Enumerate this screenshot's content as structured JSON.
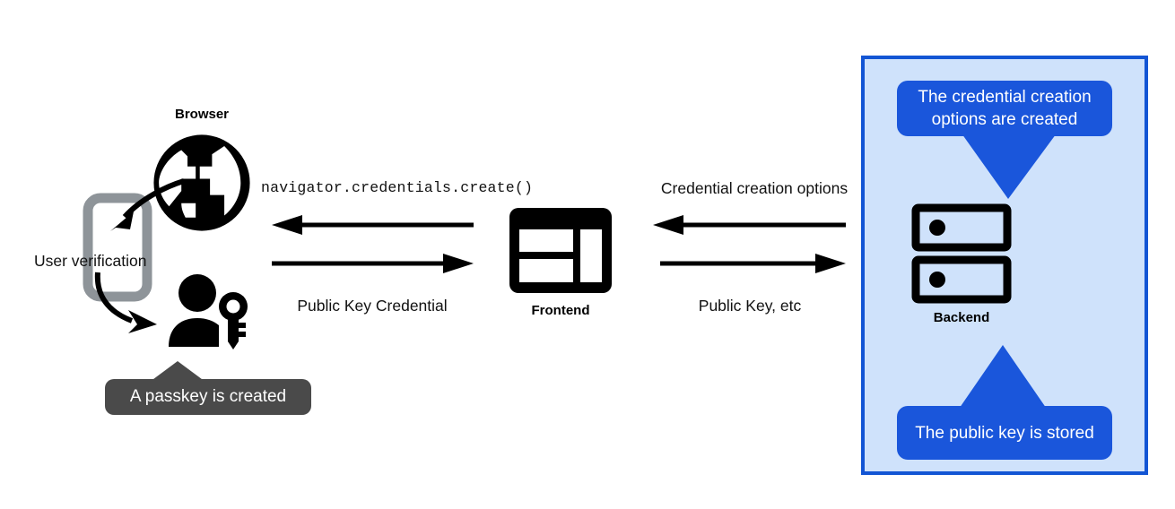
{
  "diagram": {
    "title_implicit": "Passkey registration flow",
    "colors": {
      "panel_fill": "#cfe2fb",
      "panel_border": "#1355d4",
      "callout_blue": "#1a56db",
      "tooltip_gray": "#4a4a4a",
      "icon_black": "#000000",
      "device_gray": "#8e9499",
      "text_black": "#111111"
    }
  },
  "nodes": {
    "browser": {
      "caption": "Browser",
      "icon": "globe-icon"
    },
    "device": {
      "icon": "mobile-device-icon"
    },
    "user": {
      "icon": "user-with-key-icon"
    },
    "frontend": {
      "caption": "Frontend",
      "icon": "layout-window-icon"
    },
    "backend": {
      "caption": "Backend",
      "icon": "server-rack-icon"
    }
  },
  "labels": {
    "user_verification": "User verification",
    "navigator_create": "navigator.credentials.create()",
    "public_key_credential": "Public Key Credential",
    "credential_creation_options": "Credential creation options",
    "public_key_etc": "Public Key, etc"
  },
  "callouts": {
    "passkey_created": "A passkey is created",
    "options_created": "The credential creation options are created",
    "public_key_stored": "The public key is stored"
  },
  "arrows": [
    {
      "name": "browser-to-frontend-request",
      "direction": "left",
      "label": "navigator.credentials.create()"
    },
    {
      "name": "frontend-to-browser-response",
      "direction": "right",
      "label": "Public Key Credential"
    },
    {
      "name": "backend-to-frontend-options",
      "direction": "left",
      "label": "Credential creation options"
    },
    {
      "name": "frontend-to-backend-publickey",
      "direction": "right",
      "label": "Public Key, etc"
    },
    {
      "name": "browser-to-device-curve",
      "direction": "curved-down-left",
      "label": "User verification"
    },
    {
      "name": "device-to-user-curve",
      "direction": "curved-down-right",
      "label": ""
    }
  ]
}
